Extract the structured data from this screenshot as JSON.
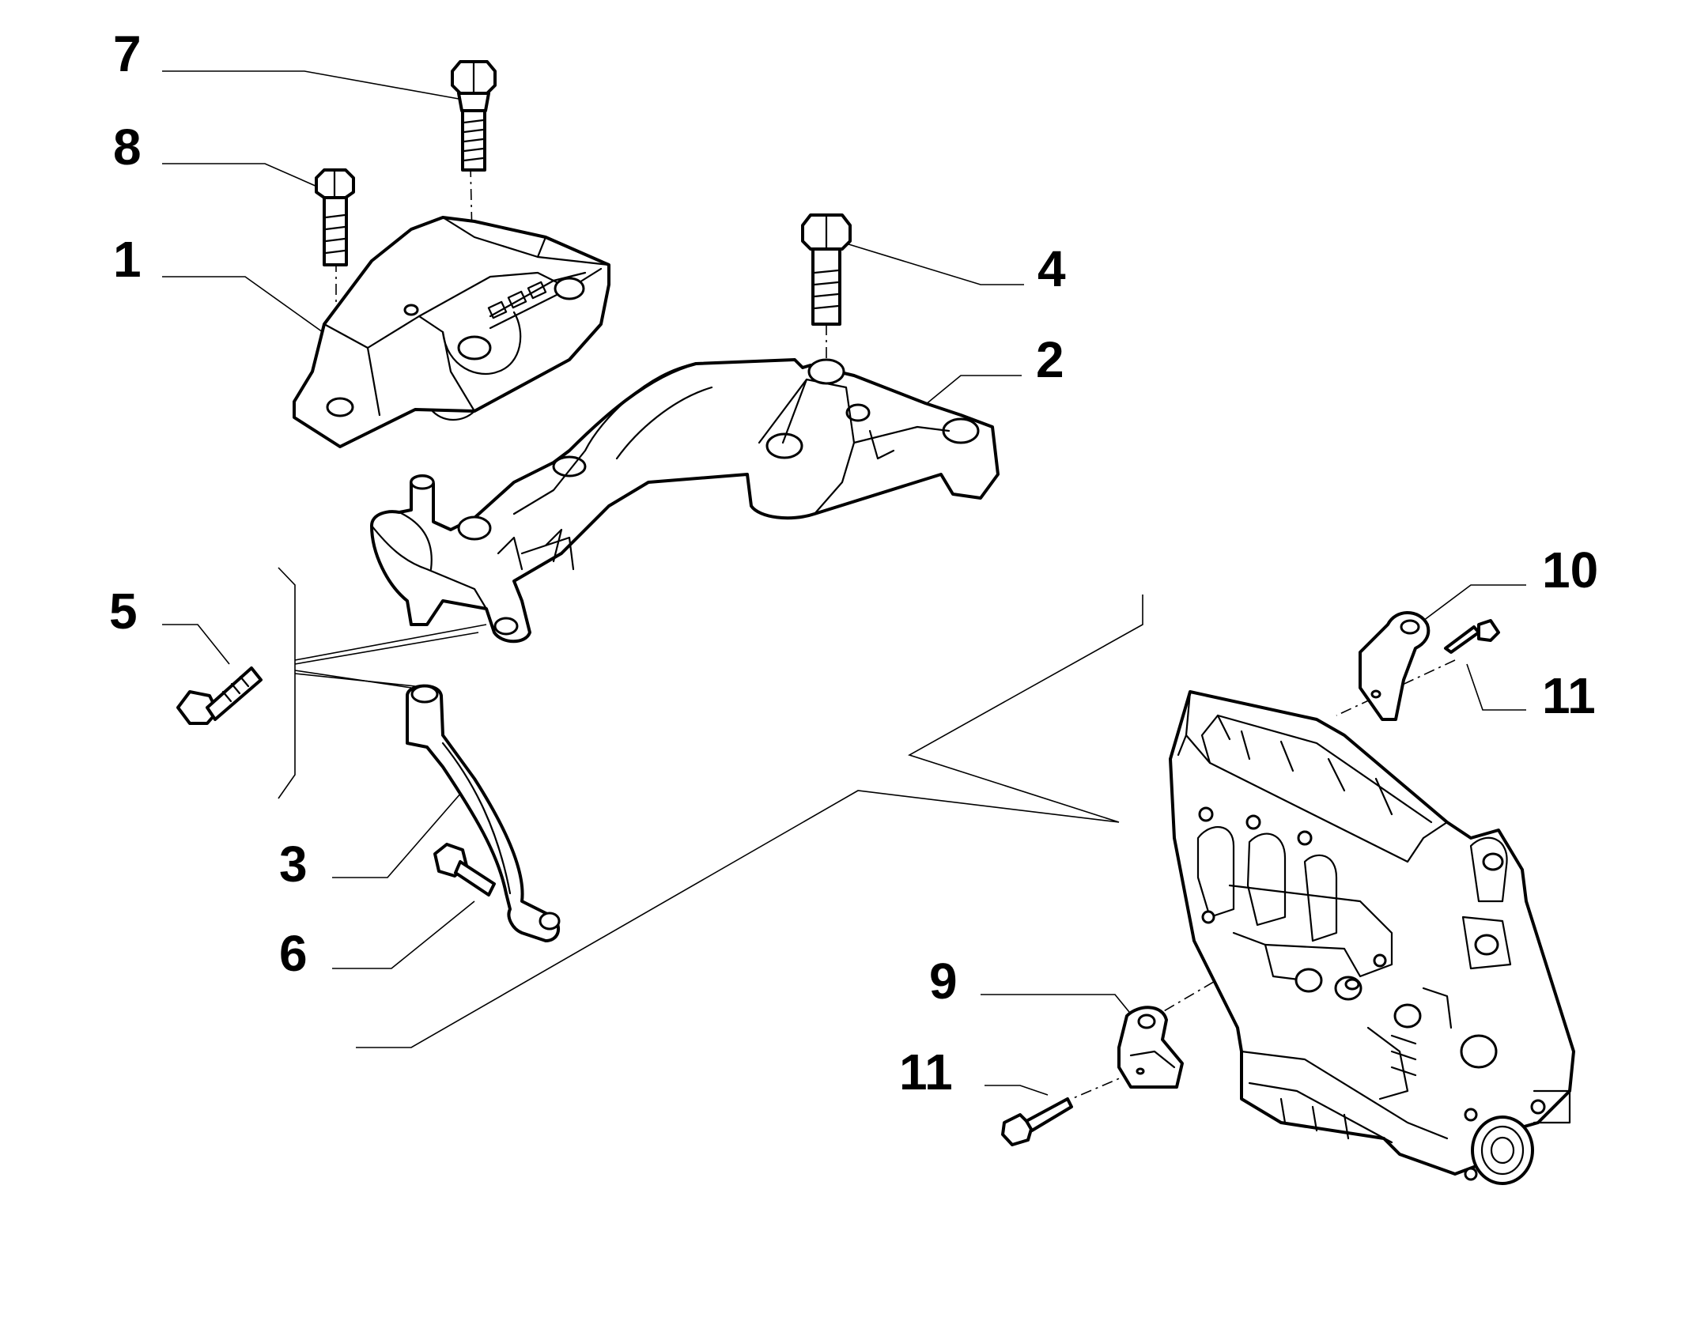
{
  "diagram": {
    "callouts": [
      {
        "id": "c7",
        "text": "7"
      },
      {
        "id": "c8",
        "text": "8"
      },
      {
        "id": "c1",
        "text": "1"
      },
      {
        "id": "c4",
        "text": "4"
      },
      {
        "id": "c2",
        "text": "2"
      },
      {
        "id": "c5",
        "text": "5"
      },
      {
        "id": "c3",
        "text": "3"
      },
      {
        "id": "c6",
        "text": "6"
      },
      {
        "id": "c10",
        "text": "10"
      },
      {
        "id": "c11a",
        "text": "11"
      },
      {
        "id": "c9",
        "text": "9"
      },
      {
        "id": "c11b",
        "text": "11"
      }
    ],
    "parts": [
      {
        "id": "mount-1",
        "icon": "engine-mount-icon"
      },
      {
        "id": "bracket-2",
        "icon": "support-bracket-icon"
      },
      {
        "id": "link-3",
        "icon": "torque-link-icon"
      },
      {
        "id": "bolt-4",
        "icon": "hex-bolt-icon"
      },
      {
        "id": "bolt-5",
        "icon": "hex-bolt-icon"
      },
      {
        "id": "bolt-6",
        "icon": "hex-bolt-icon"
      },
      {
        "id": "bolt-7",
        "icon": "hex-bolt-icon"
      },
      {
        "id": "bolt-8",
        "icon": "hex-bolt-icon"
      },
      {
        "id": "bracket-9",
        "icon": "lifting-eye-icon"
      },
      {
        "id": "bracket-10",
        "icon": "lifting-eye-icon"
      },
      {
        "id": "screw-11",
        "icon": "flange-screw-icon"
      },
      {
        "id": "engine",
        "icon": "engine-block-icon"
      }
    ]
  }
}
